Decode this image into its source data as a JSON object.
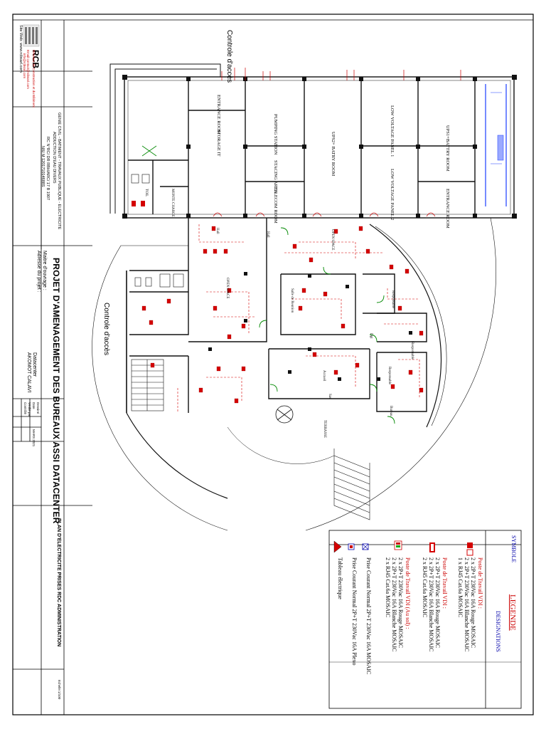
{
  "company": {
    "logo": "RCB",
    "logo_tagline": "Réseaux de Construction et du Bâtiment",
    "email": "Email:contact@rcbsarl.com",
    "email2": "info@rcbsarl.com",
    "site": "Site Web: www.rcbsarl.com",
    "activities_1": "GENIE CIVIL - BATIMENT - TRAVAUX PUBLIQUE - ELECTRICITE",
    "activities_2": "ADDUCTION D'EAU DIVERS",
    "rc": "RC N°RC/ DR RBH/ARC/ 17 B 1907",
    "niu": "NIU M 120171014688S"
  },
  "project": {
    "title": "PROJET D'AMENAGEMENT DES BUREAUX ASSI DATACENTER",
    "owner_label": "Maitre d'ouvrage :",
    "address_label": "Adresse du projet :",
    "owner_value": "Datacenter",
    "address_value": "AKOMOT CALAVI"
  },
  "title_block": {
    "drawing_title": "PLAN D'ELECTRICITE PRISES RDC ADMINISTRATION",
    "scale": "Echelle:1/100",
    "rows": [
      "Dessiné",
      "Date",
      "Vérifié par",
      "Contrôlé"
    ],
    "date_value": "MARS 2021"
  },
  "plan": {
    "controle_acces_1": "Controle d'accès",
    "controle_acces_2": "Controle d'accès",
    "rooms": {
      "entrance_room_1": "ENTRANCE ROOM",
      "pumping_station": "PUMPING STATION",
      "storage_it": "STORAGE IT",
      "staging_area": "STACING AREA",
      "telecom_room": "TELECOM ROOM",
      "ups2": "UPS2+ BATRY ROOM",
      "low_voltage_1": "LOW VOLTAGE PANEL 1",
      "low_voltage_2": "LOW VOLTAGE PANEL 2",
      "ups1": "UPS1+BATTRY ROOM",
      "entrance_room_2": "ENTRANCE ROOM",
      "toilet": "TOIL",
      "monte_charge": "MONTE CHARGE",
      "hall_1": "Hall",
      "hall_2": "Hall",
      "open_space_1": "OPEN SPACE",
      "open_space_2": "OPEN SPACE",
      "salle_reunion": "Salle de Reunion",
      "accueil": "Accueil",
      "sas": "Sas",
      "terrasse": "TERRASSE",
      "responsable_1": "Responsable",
      "responsable_2": "Responsable",
      "responsable_3": "Responsable",
      "bureau": "Bureau",
      "dgt": "Dgt"
    }
  },
  "legend": {
    "title": "LEGENDE",
    "col_symbol": "SYMBOLE",
    "col_designation": "DESIGNATIONS",
    "groups": [
      {
        "header": "Poste de Travail VDI :",
        "lines": [
          "2 x 2P+T 230Vac 16A Rouge MOSAIC",
          "2 x 2P+T 230Vac 16A Blanche MOSAIC",
          "1 x RJ45 Cat.6a MOSAIC"
        ]
      },
      {
        "header": "Poste de Travail VDI :",
        "lines": [
          "2 x 2P+T 230Vac 16A Rouge MOSAIC",
          "2 x 2P+T 230Vac 16A Blanche MOSAIC",
          "2 x RJ45 Cat.6a MOSAIC"
        ]
      },
      {
        "header": "Poste de Travail VDI (Au sol) :",
        "lines": [
          "2 x 2P+T 230Vac 16A Rouge MOSAIC",
          "2 x 2P+T 230Vac 16A Blanche MOSAIC",
          "2 x RJ45 Cat.6a MOSAIC"
        ]
      }
    ],
    "extra": [
      "Prise Courant Normal 2P+T 230Vac 16A MOSAIC",
      "Prise Courant Normal 2P+T 230Vac 16A Plexo",
      "Tableau électrique"
    ]
  },
  "colors": {
    "wall": "#111111",
    "electric": "#d40000",
    "door": "#008800",
    "fixture": "#1a3cff",
    "frame": "#000000"
  }
}
